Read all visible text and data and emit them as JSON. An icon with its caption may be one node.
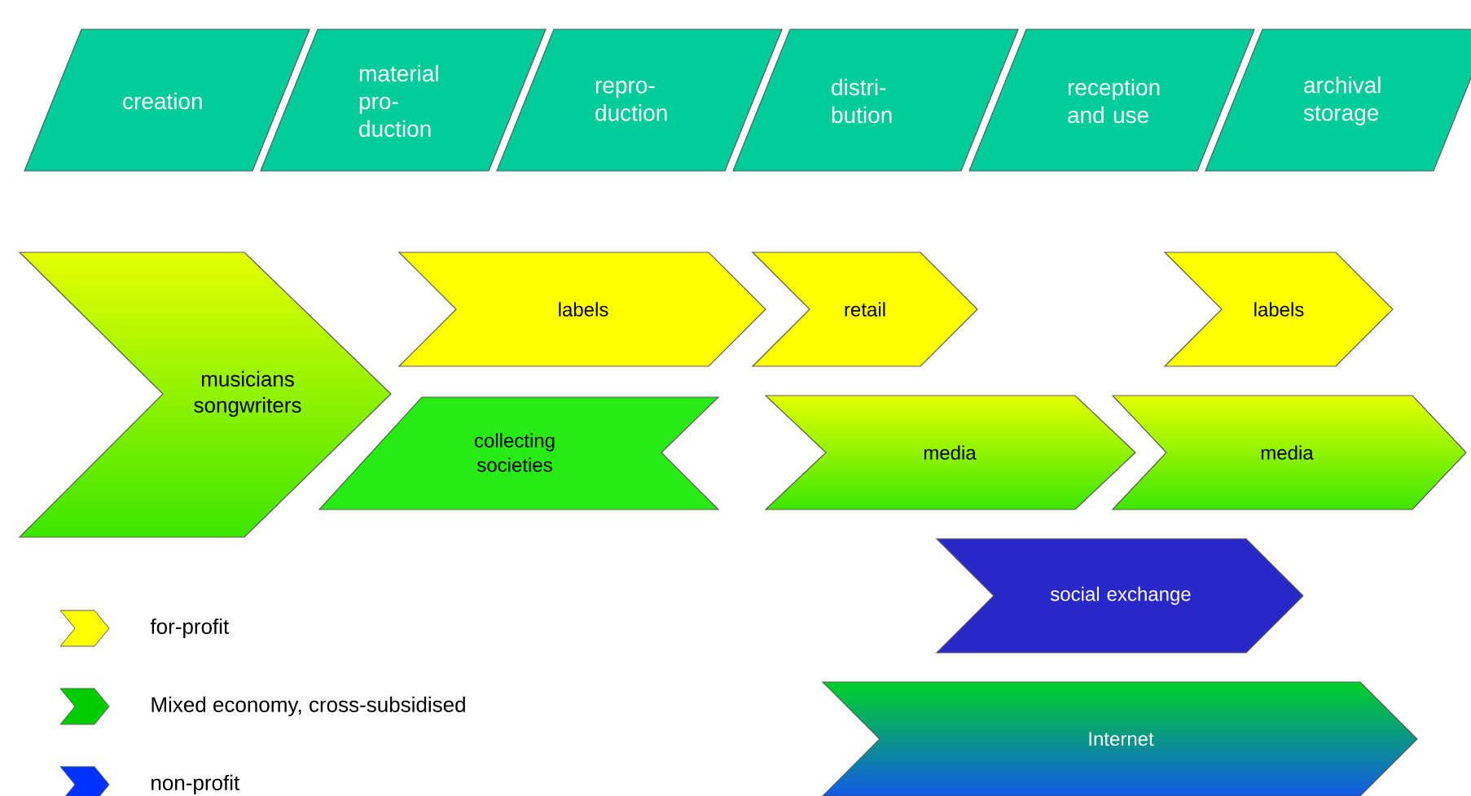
{
  "diagram": {
    "nodes": [
      {
        "text": [
          "creation"
        ]
      },
      {
        "text": [
          "material pro-duction"
        ]
      },
      {
        "text": [
          "repro-duction"
        ]
      },
      {
        "text": [
          "distri-bution"
        ]
      },
      {
        "text": [
          "reception and use"
        ]
      },
      {
        "text": [
          "archival storage"
        ]
      },
      {
        "text": [
          "musicians songwriters"
        ]
      },
      {
        "text": [
          "labels"
        ]
      },
      {
        "text": [
          "retail"
        ]
      },
      {
        "text": [
          "labels"
        ]
      },
      {
        "text": [
          "collecting societies"
        ]
      },
      {
        "text": [
          "media"
        ]
      },
      {
        "text": [
          "media"
        ]
      },
      {
        "text": [
          "social exchange"
        ]
      },
      {
        "text": [
          "Internet"
        ]
      }
    ],
    "legend": [
      {
        "text": "for-profit",
        "color": "#ffff00"
      },
      {
        "text": "Mixed economy, cross-subsidised",
        "color": "#00cc00"
      },
      {
        "text": "non-profit",
        "color": "#0033ff"
      }
    ]
  }
}
